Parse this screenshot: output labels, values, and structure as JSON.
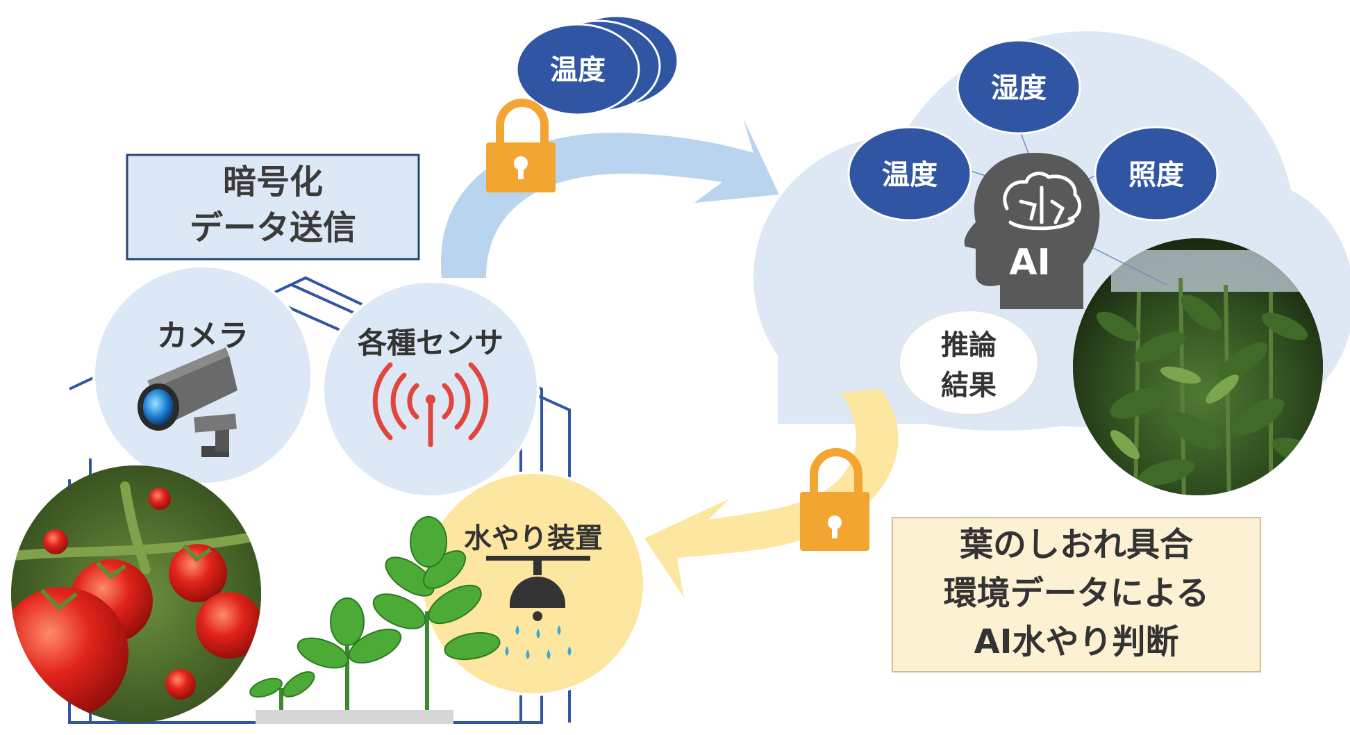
{
  "title_box": {
    "line1": "暗号化",
    "line2": "データ送信"
  },
  "devices": {
    "camera": "カメラ",
    "sensor": "各種センサ",
    "watering": "水やり装置"
  },
  "data_bubbles": {
    "sending": "温度",
    "cloud_top": "湿度",
    "cloud_left": "温度",
    "cloud_right": "照度"
  },
  "ai": {
    "label": "AI",
    "inference_line1": "推論",
    "inference_line2": "結果"
  },
  "result_box": {
    "line1": "葉のしおれ具合",
    "line2": "環境データによる",
    "line3": "AI水やり判断"
  },
  "icons": {
    "lock": "padlock-icon",
    "camera": "security-camera-icon",
    "sensor": "wireless-signal-icon",
    "watering": "shower-head-icon",
    "brain": "ai-head-icon"
  },
  "colors": {
    "navy_bubble": "#2f55a3",
    "cloud": "#dce8f5",
    "blue_arrow": "#b7d3ee",
    "yellow_arrow": "#fde59c",
    "lock": "#f3a532",
    "title_border": "#27466f",
    "result_bg": "#fdf1d3",
    "house_line": "#2f55a3"
  }
}
